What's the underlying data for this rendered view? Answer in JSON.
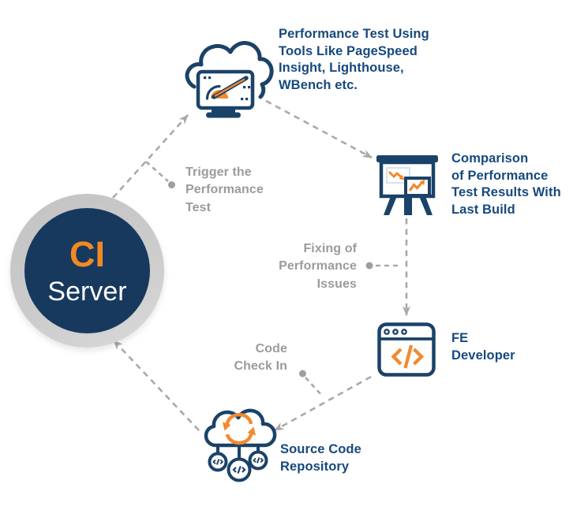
{
  "ci_server": {
    "abbr": "CI",
    "label": "Server"
  },
  "nodes": {
    "performance_test": "Performance Test Using\nTools Like PageSpeed\nInsight, Lighthouse,\nWBench etc.",
    "comparison": "Comparison\nof Performance\nTest Results With\nLast Build",
    "fe_developer": "FE\nDeveloper",
    "source_repo": "Source Code\nRepository"
  },
  "edge_labels": {
    "trigger": "Trigger the\nPerformance\nTest",
    "fixing": "Fixing of\nPerformance\nIssues",
    "code_check_in": "Code\nCheck In"
  },
  "icons": {
    "performance_test": "cloud-speedometer-monitor-icon",
    "comparison": "presentation-board-charts-icon",
    "fe_developer": "browser-code-icon",
    "source_repo": "cloud-sync-repository-icon"
  },
  "colors": {
    "navy_icon": "#1B4268",
    "navy_text": "#17497D",
    "orange": "#F28A2E",
    "ci_orange": "#F28A21",
    "ci_circle_fill": "#17395E",
    "ring_gray": "#C8C8C8",
    "label_gray": "#9B9B9B",
    "arrow_gray": "#A9A9A9",
    "background": "#FFFFFF"
  }
}
